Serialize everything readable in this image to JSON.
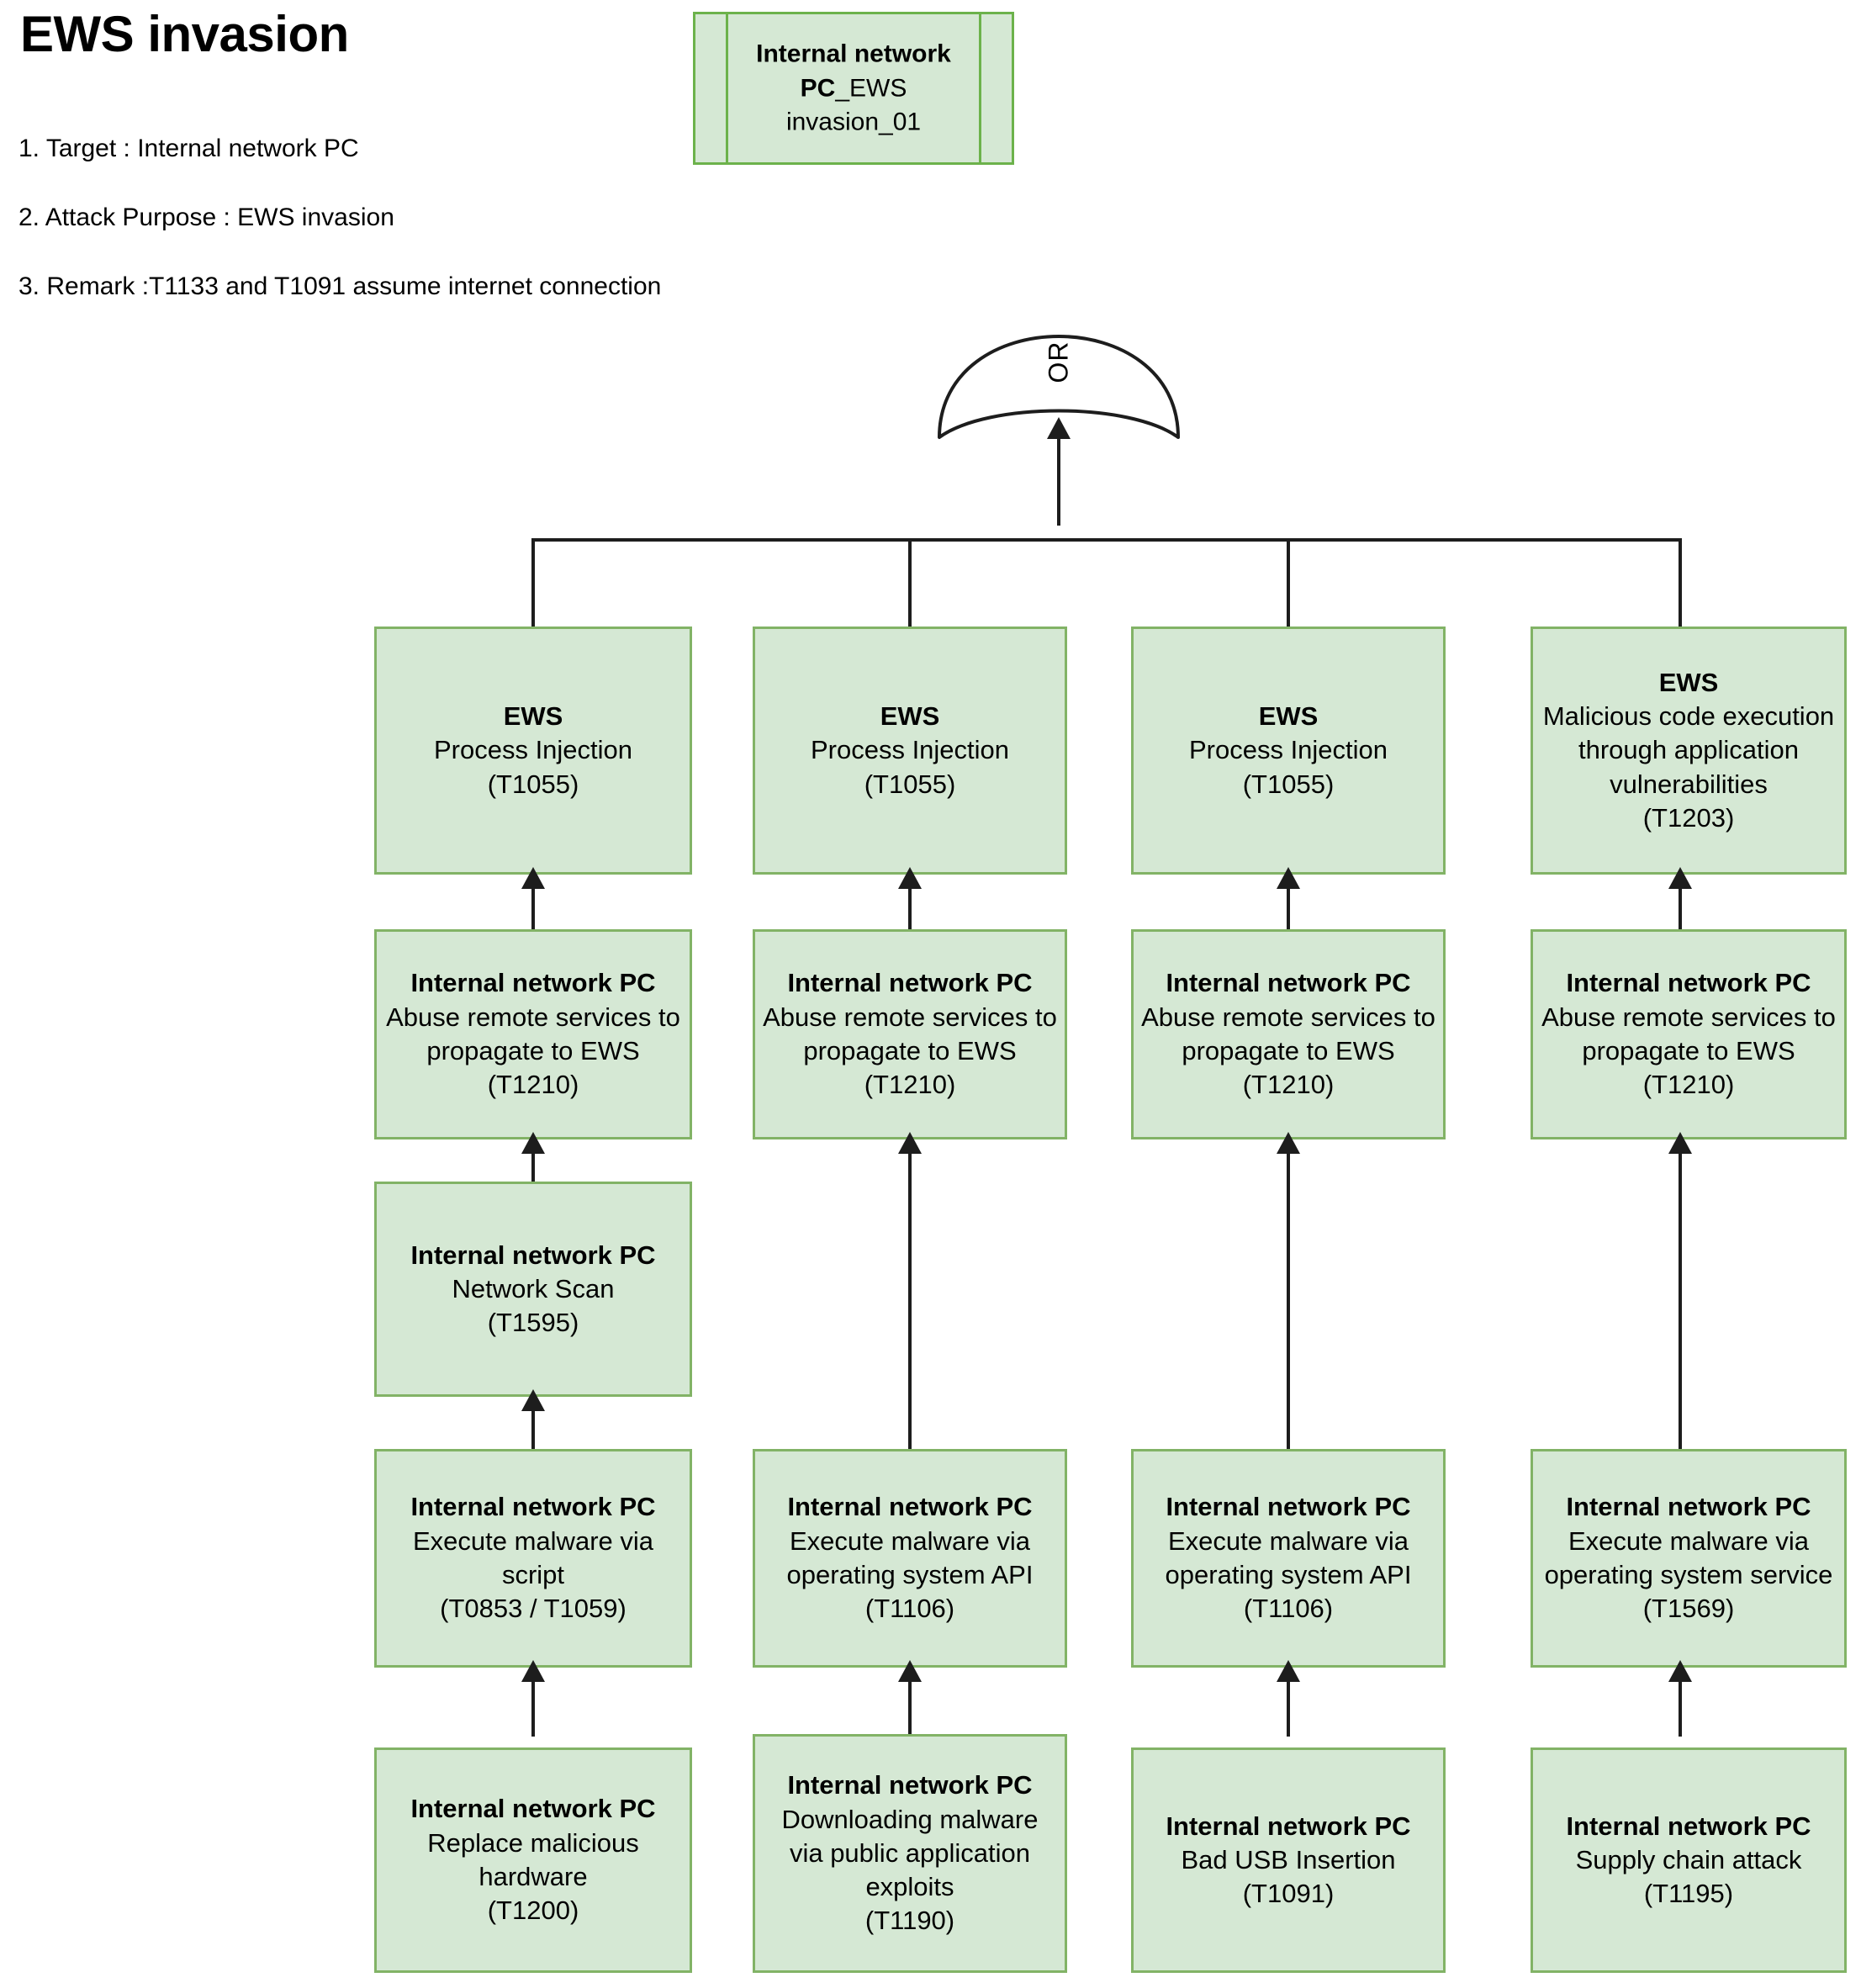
{
  "title": "EWS invasion",
  "notes": [
    "1. Target : Internal network PC",
    "2. Attack Purpose : EWS invasion",
    "3. Remark :T1133 and T1091 assume internet connection"
  ],
  "root_node": {
    "line1": "Internal network",
    "line2_bold": "PC",
    "line2_rest": "_EWS",
    "line3": "invasion_01"
  },
  "gate": {
    "type": "OR",
    "label": "OR"
  },
  "colors": {
    "node_fill": "#d5e8d4",
    "node_border": "#82b366",
    "root_border": "#6cb24b",
    "line": "#1d1d1d",
    "text": "#000000"
  },
  "columns": [
    {
      "id": "column-1",
      "nodes": [
        {
          "id": "c1-r1",
          "actor": "EWS",
          "technique": "Process Injection",
          "code": "(T1055)"
        },
        {
          "id": "c1-r2",
          "actor": "Internal network PC",
          "technique": "Abuse remote services to propagate to EWS",
          "code": "(T1210)"
        },
        {
          "id": "c1-r3",
          "actor": "Internal network PC",
          "technique": "Network Scan",
          "code": "(T1595)"
        },
        {
          "id": "c1-r4",
          "actor": "Internal network PC",
          "technique": "Execute malware via script",
          "code": "(T0853 / T1059)"
        },
        {
          "id": "c1-r5",
          "actor": "Internal network PC",
          "technique": "Replace malicious hardware",
          "code": "(T1200)"
        }
      ]
    },
    {
      "id": "column-2",
      "nodes": [
        {
          "id": "c2-r1",
          "actor": "EWS",
          "technique": "Process Injection",
          "code": "(T1055)"
        },
        {
          "id": "c2-r2",
          "actor": "Internal network PC",
          "technique": "Abuse remote services to propagate to EWS",
          "code": "(T1210)"
        },
        {
          "id": "c2-r4",
          "actor": "Internal network PC",
          "technique": "Execute malware via operating system API",
          "code": "(T1106)"
        },
        {
          "id": "c2-r5",
          "actor": "Internal network PC",
          "technique": "Downloading malware via public application exploits",
          "code": "(T1190)"
        }
      ]
    },
    {
      "id": "column-3",
      "nodes": [
        {
          "id": "c3-r1",
          "actor": "EWS",
          "technique": "Process Injection",
          "code": "(T1055)"
        },
        {
          "id": "c3-r2",
          "actor": "Internal network PC",
          "technique": "Abuse remote services to propagate to EWS",
          "code": "(T1210)"
        },
        {
          "id": "c3-r4",
          "actor": "Internal network PC",
          "technique": "Execute malware via operating system API",
          "code": "(T1106)"
        },
        {
          "id": "c3-r5",
          "actor": "Internal network PC",
          "technique": "Bad USB Insertion",
          "code": "(T1091)"
        }
      ]
    },
    {
      "id": "column-4",
      "nodes": [
        {
          "id": "c4-r1",
          "actor": "EWS",
          "technique": "Malicious code execution through application vulnerabilities",
          "code": "(T1203)"
        },
        {
          "id": "c4-r2",
          "actor": "Internal network PC",
          "technique": "Abuse remote services to propagate to EWS",
          "code": "(T1210)"
        },
        {
          "id": "c4-r4",
          "actor": "Internal network PC",
          "technique": "Execute malware via operating system service",
          "code": "(T1569)"
        },
        {
          "id": "c4-r5",
          "actor": "Internal network PC",
          "technique": "Supply chain attack",
          "code": "(T1195)"
        }
      ]
    }
  ]
}
